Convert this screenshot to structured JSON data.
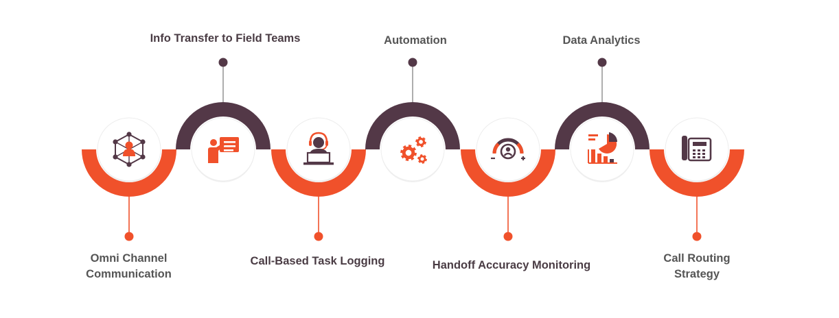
{
  "colors": {
    "orange": "#F0512B",
    "plum": "#533847",
    "connector": "#9a9a9a",
    "disc": "#ffffff",
    "text": "#555555"
  },
  "steps": [
    {
      "label_lines": [
        "Omni Channel",
        "Communication"
      ],
      "icon": "network-person-icon",
      "arc_color": "orange",
      "position": "bottom"
    },
    {
      "label_lines": [
        "Info Transfer to Field Teams"
      ],
      "icon": "presentation-board-icon",
      "arc_color": "plum",
      "position": "top"
    },
    {
      "label_lines": [
        "Call-Based Task Logging"
      ],
      "icon": "headset-agent-icon",
      "arc_color": "orange",
      "position": "bottom"
    },
    {
      "label_lines": [
        "Automation"
      ],
      "icon": "gears-icon",
      "arc_color": "plum",
      "position": "top"
    },
    {
      "label_lines": [
        "Handoff Accuracy Monitoring"
      ],
      "icon": "gauge-user-icon",
      "arc_color": "orange",
      "position": "bottom"
    },
    {
      "label_lines": [
        "Data Analytics"
      ],
      "icon": "bar-pie-chart-icon",
      "arc_color": "plum",
      "position": "top"
    },
    {
      "label_lines": [
        "Call Routing",
        "Strategy"
      ],
      "icon": "desk-phone-icon",
      "arc_color": "orange",
      "position": "bottom"
    }
  ]
}
